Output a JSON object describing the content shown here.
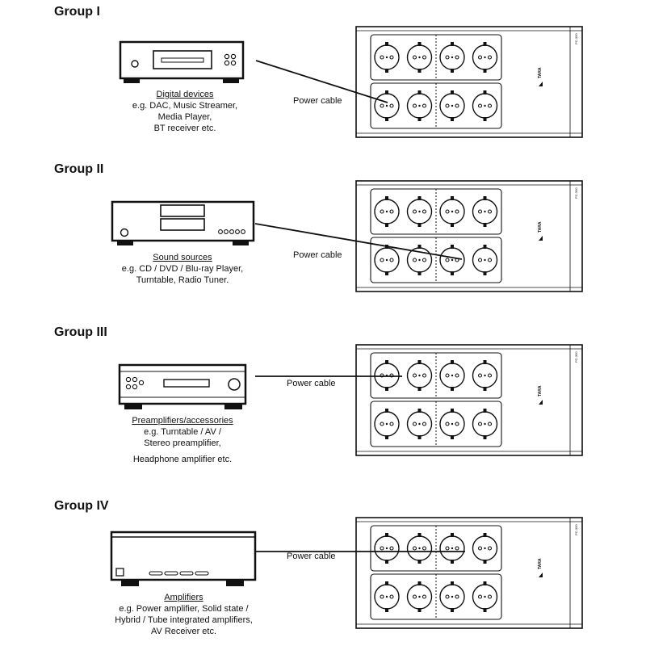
{
  "groups": [
    {
      "title": "Group I",
      "device_name": "Digital devices",
      "description": [
        "e.g. DAC, Music Streamer,",
        "Media Player,",
        "BT receiver etc."
      ],
      "cable_label": "Power cable",
      "strip_label": "PC-300",
      "brand": "TARA"
    },
    {
      "title": "Group II",
      "device_name": "Sound sources",
      "description": [
        "e.g. CD / DVD / Blu-ray Player,",
        "Turntable, Radio Tuner."
      ],
      "cable_label": "Power cable",
      "strip_label": "PC-300",
      "brand": "TARA"
    },
    {
      "title": "Group III",
      "device_name": "Preamplifiers/accessories",
      "description": [
        "e.g. Turntable / AV /",
        "Stereo preamplifier,",
        "Headphone amplifier etc."
      ],
      "cable_label": "Power cable",
      "strip_label": "PC-300",
      "brand": "TARA"
    },
    {
      "title": "Group IV",
      "device_name": "Amplifiers",
      "description": [
        "e.g.  Power amplifier, Solid state /",
        "Hybrid / Tube integrated amplifiers,",
        "AV Receiver etc."
      ],
      "cable_label": "Power cable",
      "strip_label": "PC-300",
      "brand": "TARA"
    }
  ]
}
